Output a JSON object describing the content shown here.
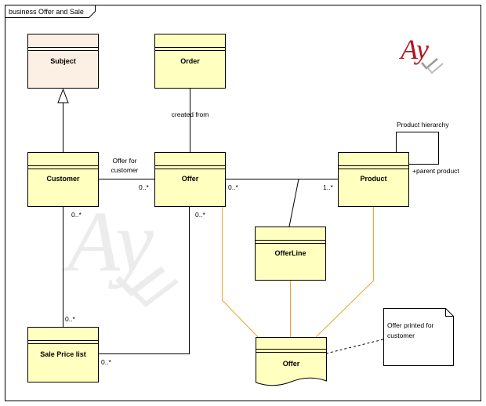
{
  "frame": {
    "title": "business Offer and Sale"
  },
  "logo": {
    "text": "Ay",
    "color": "#b0161c"
  },
  "watermark": {
    "text": "Ay"
  },
  "colors": {
    "class_fill": "#ffffc0",
    "abstract_fill": "#fbf0e3",
    "line": "#000000",
    "dependency_line": "#e8a534"
  },
  "classes": {
    "subject": "Subject",
    "order": "Order",
    "customer": "Customer",
    "offer": "Offer",
    "product": "Product",
    "offerline": "OfferLine",
    "sale_price_list": "Sale Price list",
    "offer_artifact": "Offer"
  },
  "labels": {
    "created_from": "created from",
    "offer_for_customer_1": "Offer for",
    "offer_for_customer_2": "customer",
    "product_hierarchy": "Product hierarchy",
    "parent_product": "+parent product"
  },
  "multiplicities": {
    "customer_offer_end": "0..*",
    "offer_product_start": "0..*",
    "offer_product_end": "1..*",
    "customer_bottom": "0..*",
    "offer_bottom": "0..*",
    "pricelist_top": "0..*",
    "pricelist_right": "0..*"
  },
  "note": {
    "line1": "Offer printed for",
    "line2": "customer"
  }
}
